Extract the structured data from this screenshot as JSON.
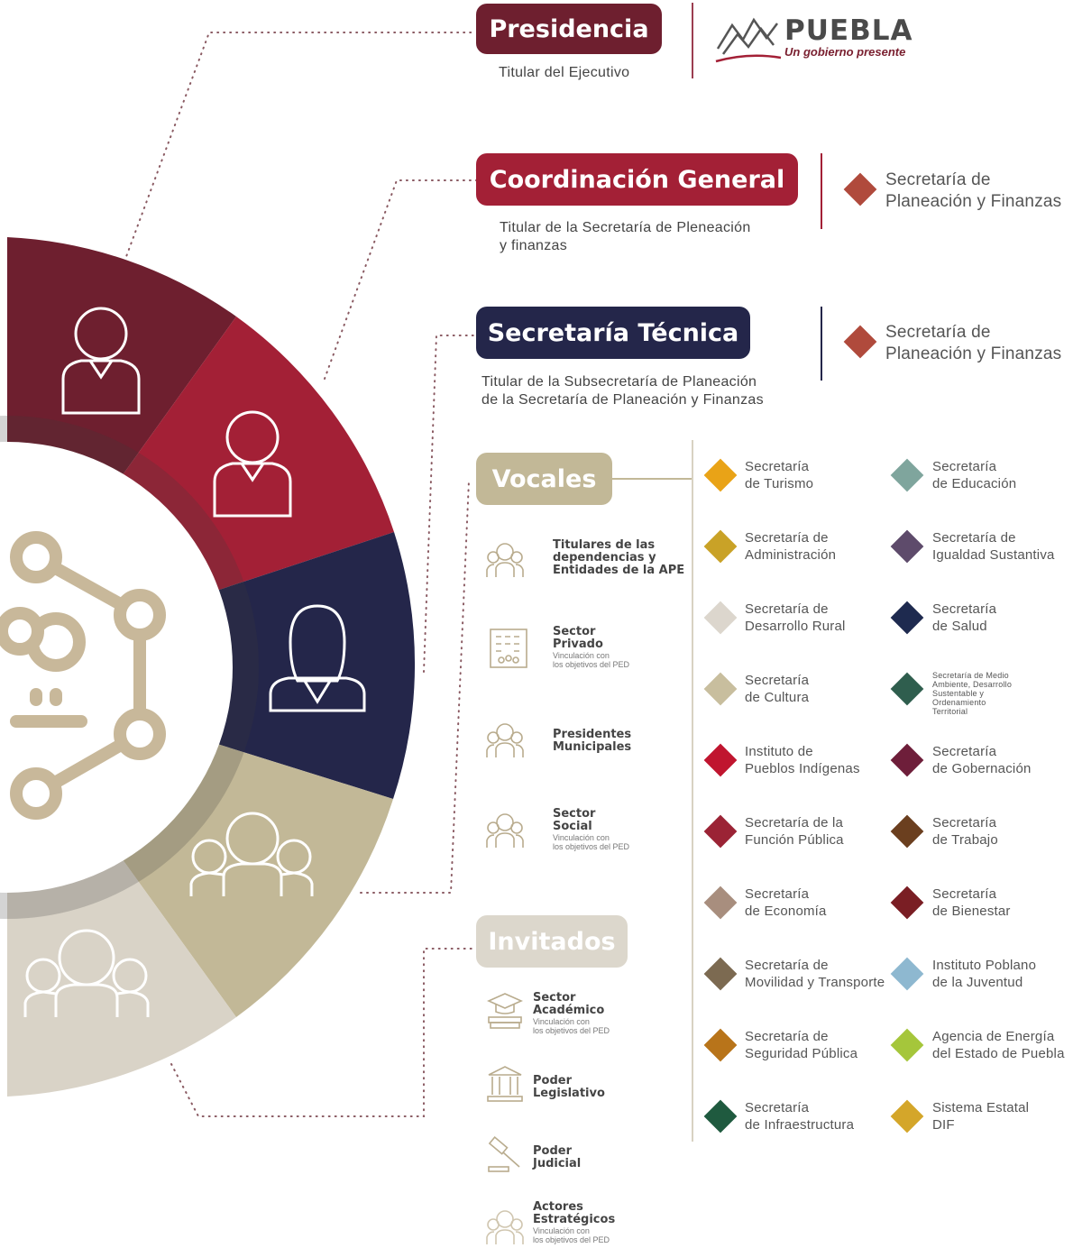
{
  "logo": {
    "name": "PUEBLA",
    "tagline": "Un gobierno presente"
  },
  "presidencia": {
    "title": "Presidencia",
    "subtitle": "Titular del Ejecutivo"
  },
  "coordinacion": {
    "title": "Coordinación General",
    "subtitle_1": "Titular de la Secretaría de Pleneación",
    "subtitle_2": "y finanzas",
    "entity_1": "Secretaría de",
    "entity_2": "Planeación y Finanzas"
  },
  "tecnica": {
    "title": "Secretaría Técnica",
    "subtitle_1": "Titular de la Subsecretaría de Planeación",
    "subtitle_2": "de la Secretaría de Planeación y Finanzas",
    "entity_1": "Secretaría de",
    "entity_2": "Planeación y Finanzas"
  },
  "vocales": {
    "title": "Vocales",
    "items": [
      {
        "l1": "Titulares de las",
        "l2": "dependencias y",
        "l3": "Entidades de la APE",
        "s1": "",
        "s2": ""
      },
      {
        "l1": "Sector",
        "l2": "Privado",
        "l3": "",
        "s1": "Vinculación con",
        "s2": "los objetivos del PED"
      },
      {
        "l1": "Presidentes",
        "l2": "Municipales",
        "l3": "",
        "s1": "",
        "s2": ""
      },
      {
        "l1": "Sector",
        "l2": "Social",
        "l3": "",
        "s1": "Vinculación con",
        "s2": "los objetivos del PED"
      }
    ]
  },
  "invitados": {
    "title": "Invitados",
    "items": [
      {
        "l1": "Sector",
        "l2": "Académico",
        "s1": "Vinculación con",
        "s2": "los objetivos del PED"
      },
      {
        "l1": "Poder",
        "l2": "Legislativo",
        "s1": "",
        "s2": ""
      },
      {
        "l1": "Poder",
        "l2": "Judicial",
        "s1": "",
        "s2": ""
      },
      {
        "l1": "Actores",
        "l2": "Estratégicos",
        "s1": "Vinculación con",
        "s2": "los objetivos del PED"
      }
    ]
  },
  "dependencias": [
    {
      "l1": "Secretaría",
      "l2": "de Turismo",
      "color": "#E9A317"
    },
    {
      "l1": "Secretaría de",
      "l2": "Administración",
      "color": "#C9A227"
    },
    {
      "l1": "Secretaría de",
      "l2": "Desarrollo Rural",
      "color": "#DCD6CD"
    },
    {
      "l1": "Secretaría",
      "l2": "de Cultura",
      "color": "#C8BE9E"
    },
    {
      "l1": "Instituto de",
      "l2": "Pueblos Indígenas",
      "color": "#C0152F"
    },
    {
      "l1": "Secretaría de la",
      "l2": "Función Pública",
      "color": "#9B2335"
    },
    {
      "l1": "Secretaría",
      "l2": "de Economía",
      "color": "#A88E7E"
    },
    {
      "l1": "Secretaría de",
      "l2": "Movilidad y Transporte",
      "color": "#7C6A51"
    },
    {
      "l1": "Secretaría de",
      "l2": "Seguridad Pública",
      "color": "#B8741A"
    },
    {
      "l1": "Secretaría",
      "l2": "de Infraestructura",
      "color": "#1F5A3F"
    },
    {
      "l1": "Secretaría",
      "l2": "de Educación",
      "color": "#7FA59D"
    },
    {
      "l1": "Secretaría de",
      "l2": "Igualdad Sustantiva",
      "color": "#5E4B6B"
    },
    {
      "l1": "Secretaría",
      "l2": "de Salud",
      "color": "#1E2A4F"
    },
    {
      "l1": "Secretaría de Medio Ambiente, Desarrollo Sustentable y Ordenamiento Territorial",
      "l2": "",
      "color": "#2F5E4E"
    },
    {
      "l1": "Secretaría",
      "l2": "de Gobernación",
      "color": "#6E1E3A"
    },
    {
      "l1": "Secretaría",
      "l2": "de Trabajo",
      "color": "#6B3F1F"
    },
    {
      "l1": "Secretaría",
      "l2": "de Bienestar",
      "color": "#7A1E24"
    },
    {
      "l1": "Instituto Poblano",
      "l2": "de la Juventud",
      "color": "#8EB8D0"
    },
    {
      "l1": "Agencia de Energía",
      "l2": "del Estado de Puebla",
      "color": "#A5C63B"
    },
    {
      "l1": "Sistema Estatal",
      "l2": "DIF",
      "color": "#D4A62A"
    }
  ],
  "colors": {
    "wine": "#6E1F2F",
    "red": "#A32036",
    "navy": "#24264A",
    "khaki": "#C2B897",
    "sand": "#D9D3C7",
    "finance": "#B04A3C"
  }
}
